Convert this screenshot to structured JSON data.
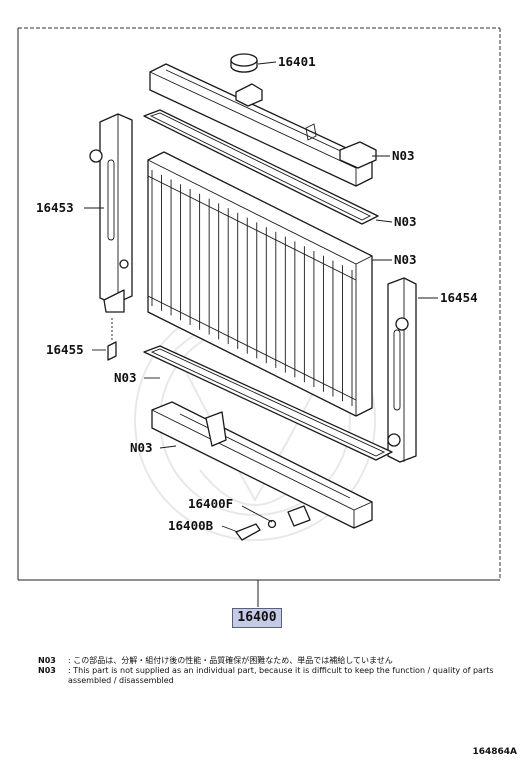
{
  "callouts": {
    "cap": "16401",
    "upper_tank_seal": "N03",
    "upper_gasket": "N03",
    "core_top": "N03",
    "left_support": "16453",
    "right_support": "16454",
    "drain_bolt": "16455",
    "lower_gasket_1": "N03",
    "lower_gasket_2": "N03",
    "drain_plug_seal": "16400F",
    "drain_plug": "16400B"
  },
  "assembly_number": "16400",
  "notes": [
    {
      "code": "N03",
      "text": ": この部品は、分解・組付け後の性能・品質確保が困難なため、単品では補給していません"
    },
    {
      "code": "N03",
      "text": ": This part is not supplied as an individual part, because it is difficult to keep the function / quality of parts assembled / disassembled"
    }
  ],
  "figure_code": "164864A"
}
